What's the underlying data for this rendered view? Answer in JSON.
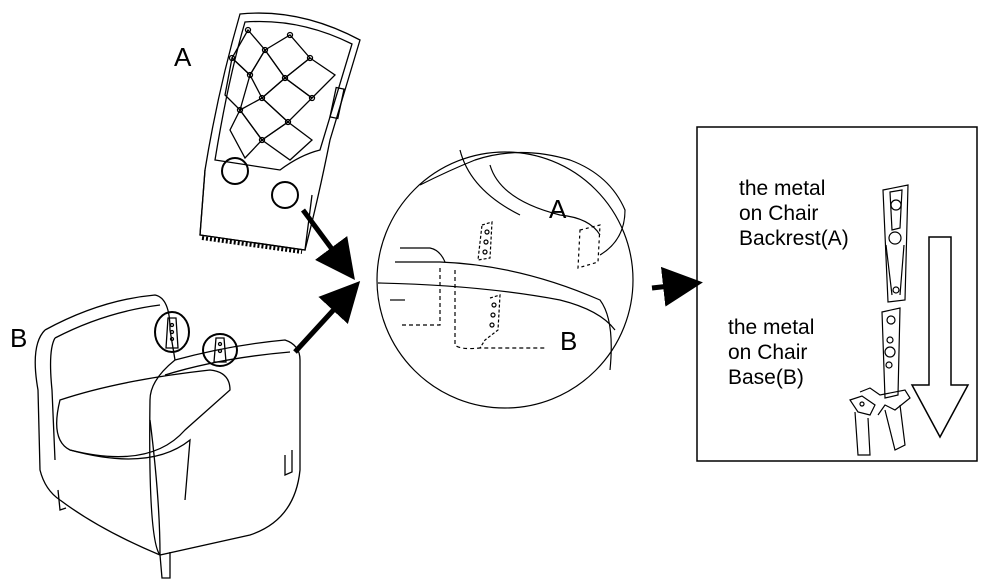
{
  "diagram": {
    "chair_backrest_label": "A",
    "chair_base_label": "B",
    "zoom": {
      "label_a": "A",
      "label_b": "B"
    },
    "instruction_panel": {
      "backrest_metal_note": "the metal\non Chair\nBackrest(A)",
      "base_metal_note": "the metal\non Chair\nBase(B)"
    },
    "icons": [
      "arrow-right-icon",
      "arrow-down-icon"
    ],
    "colors": {
      "line": "#000000",
      "background": "#ffffff"
    }
  }
}
